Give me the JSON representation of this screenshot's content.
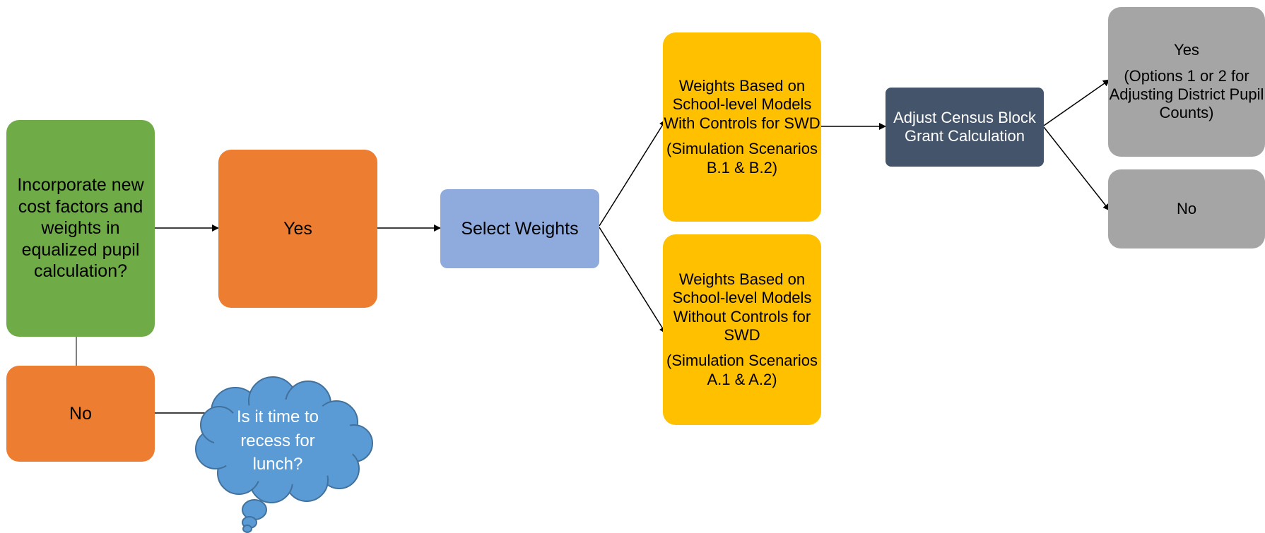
{
  "nodes": {
    "decision": "Incorporate new cost factors and weights in equalized pupil calculation?",
    "yes_main": "Yes",
    "no_main": "No",
    "cloud": "Is it time to recess for lunch?",
    "select_weights": "Select Weights",
    "weights_with": {
      "title": "Weights Based on School-level Models With Controls for SWD",
      "note": "(Simulation Scenarios B.1 & B.2)"
    },
    "weights_without": {
      "title": "Weights Based on School-level Models Without Controls for SWD",
      "note": "(Simulation Scenarios A.1 & A.2)"
    },
    "adjust": "Adjust Census Block Grant Calculation",
    "yes_out": {
      "title": "Yes",
      "note": "(Options 1 or 2 for Adjusting District Pupil Counts)"
    },
    "no_out": "No"
  },
  "colors": {
    "green": "#6fac47",
    "orange": "#ed7d31",
    "light_blue": "#8faadc",
    "gold": "#ffc000",
    "slate": "#44546a",
    "gray": "#a5a5a5",
    "cloud_blue": "#5b9bd5",
    "cloud_edge": "#41719c"
  }
}
